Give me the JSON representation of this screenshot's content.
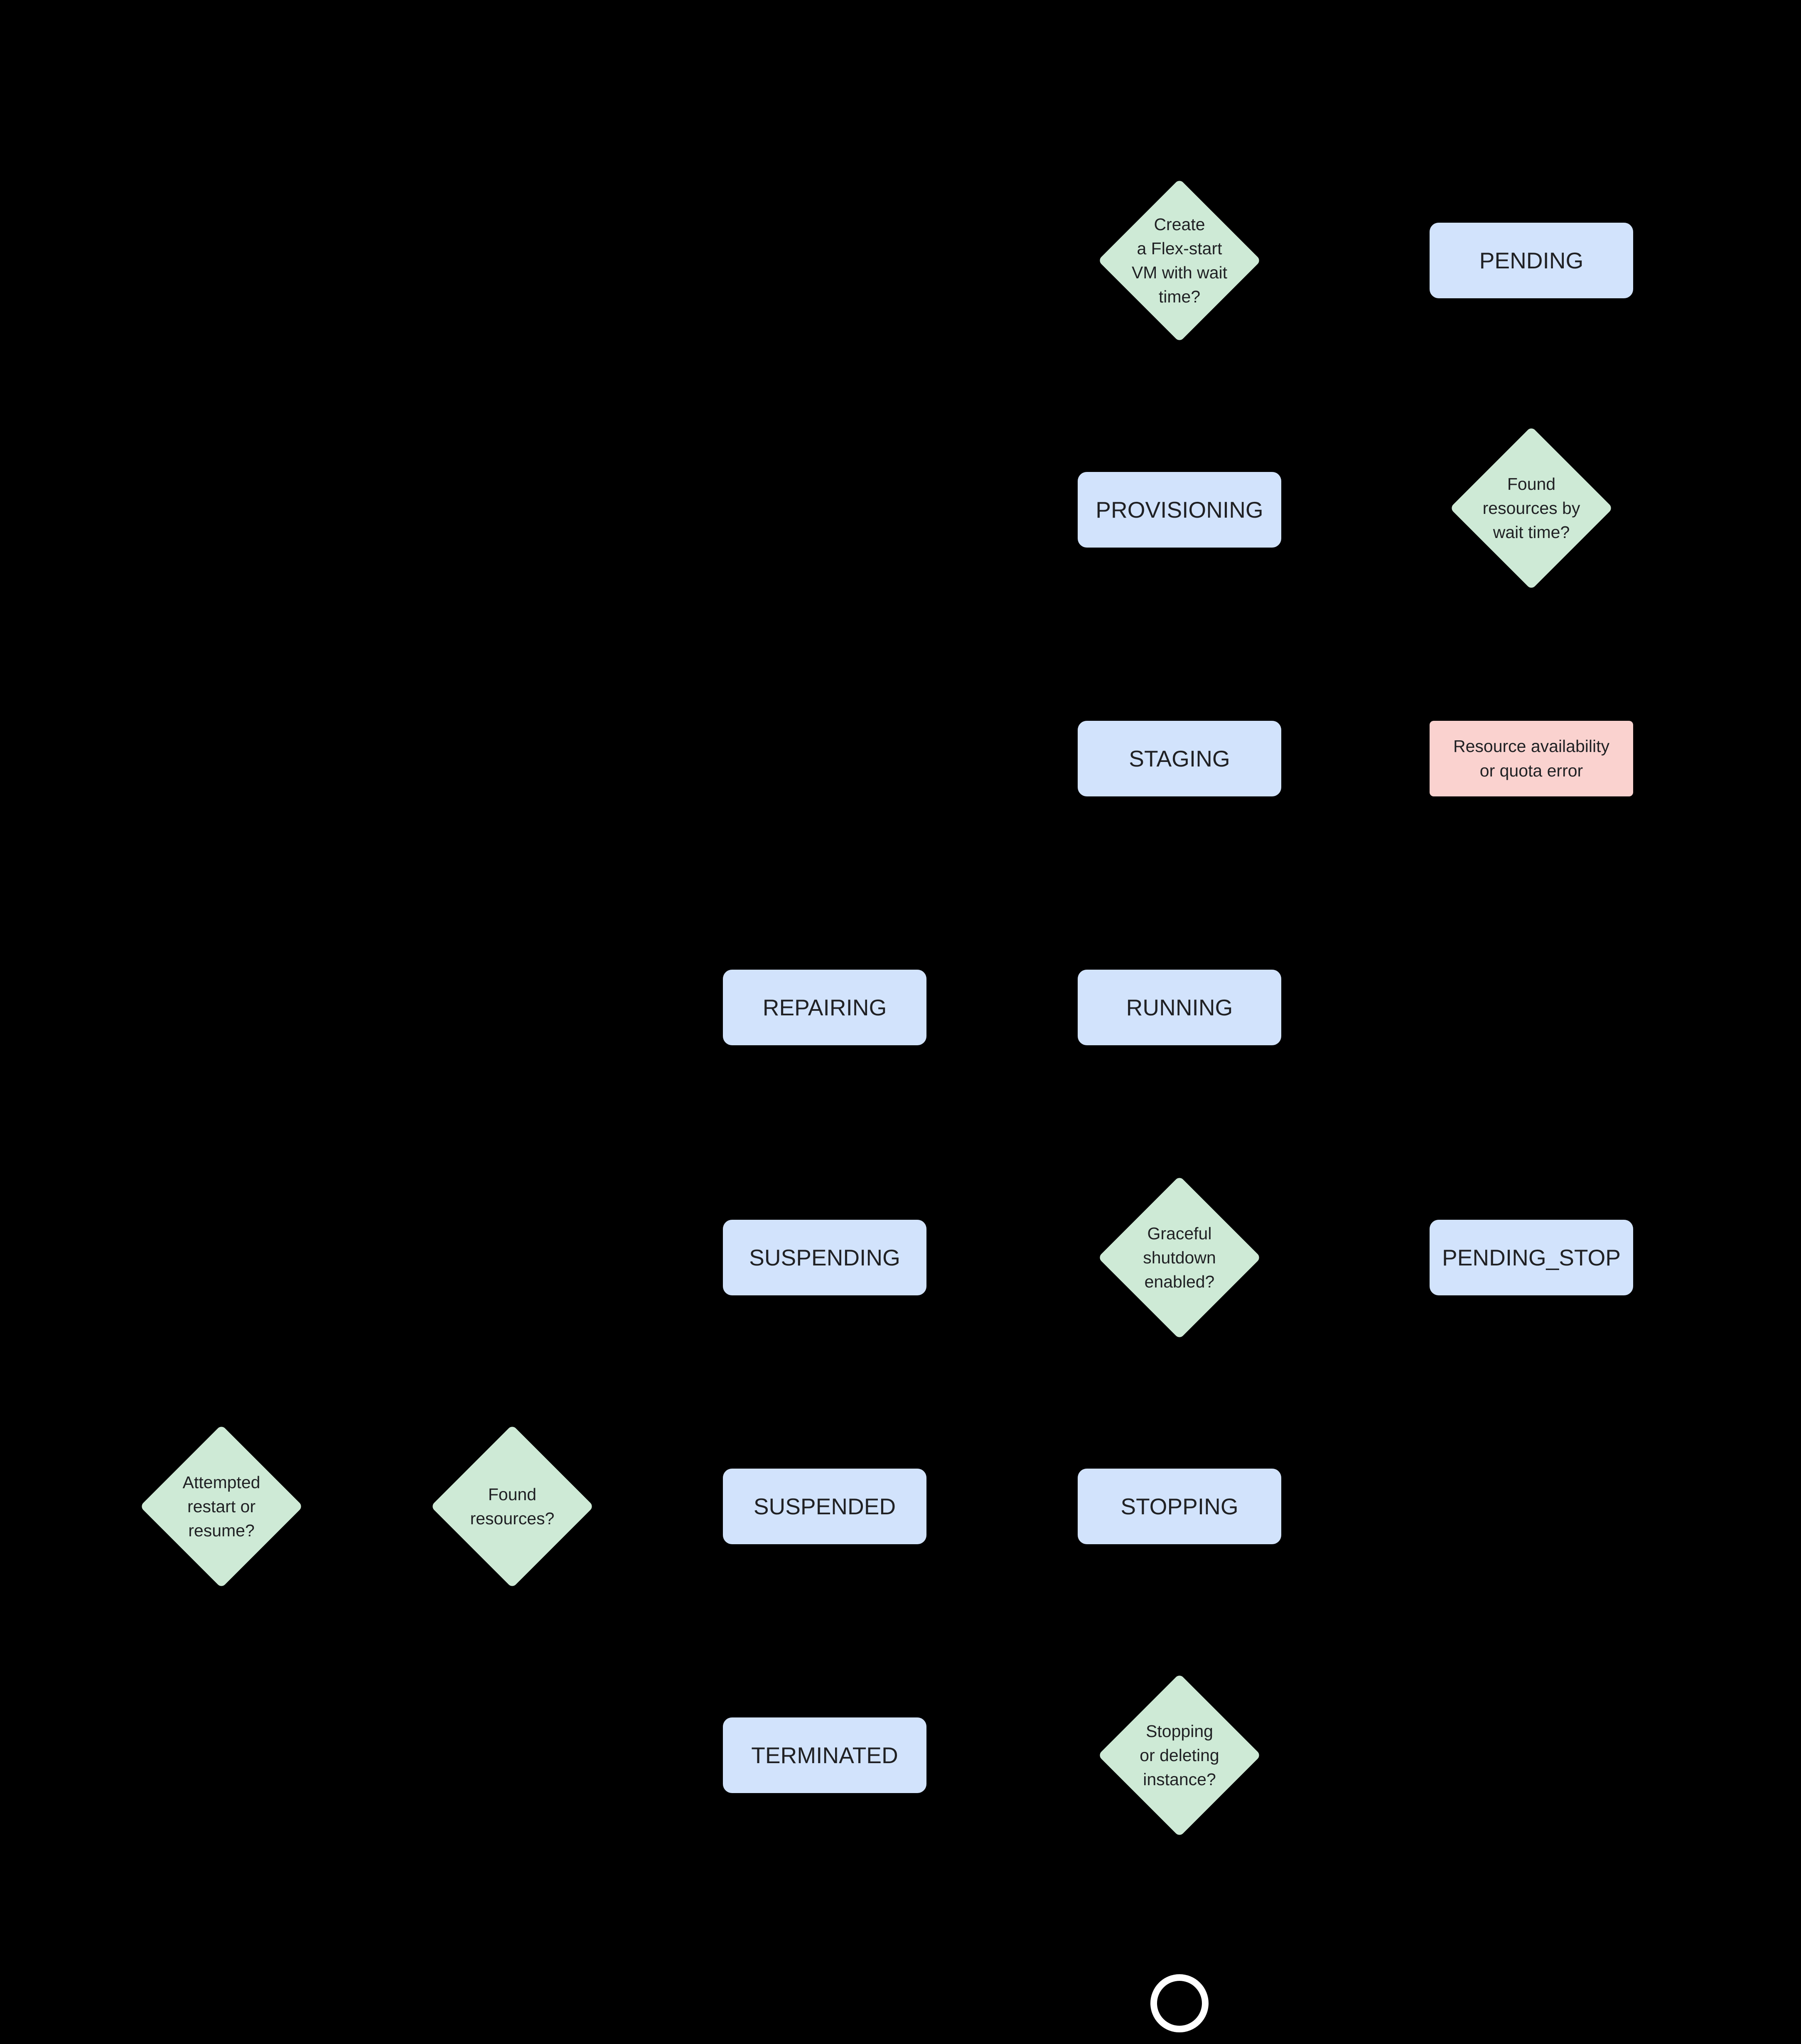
{
  "colors": {
    "background": "#000000",
    "state_fill": "#d2e3fc",
    "decision_fill": "#ceead6",
    "error_fill": "#fad2cf",
    "text": "#202124",
    "end_marker": "#ffffff"
  },
  "states": [
    {
      "label": "PENDING"
    },
    {
      "label": "PROVISIONING"
    },
    {
      "label": "STAGING"
    },
    {
      "label": "REPAIRING"
    },
    {
      "label": "RUNNING"
    },
    {
      "label": "SUSPENDING"
    },
    {
      "label": "PENDING_STOP"
    },
    {
      "label": "SUSPENDED"
    },
    {
      "label": "STOPPING"
    },
    {
      "label": "TERMINATED"
    }
  ],
  "decisions": [
    {
      "label": "Create\na Flex-start\nVM with wait\ntime?"
    },
    {
      "label": "Found\nresources by\nwait time?"
    },
    {
      "label": "Graceful\nshutdown\nenabled?"
    },
    {
      "label": "Attempted\nrestart or\nresume?"
    },
    {
      "label": "Found\nresources?"
    },
    {
      "label": "Stopping\nor deleting\ninstance?"
    }
  ],
  "errors": [
    {
      "label": "Resource availability\nor quota error"
    }
  ]
}
